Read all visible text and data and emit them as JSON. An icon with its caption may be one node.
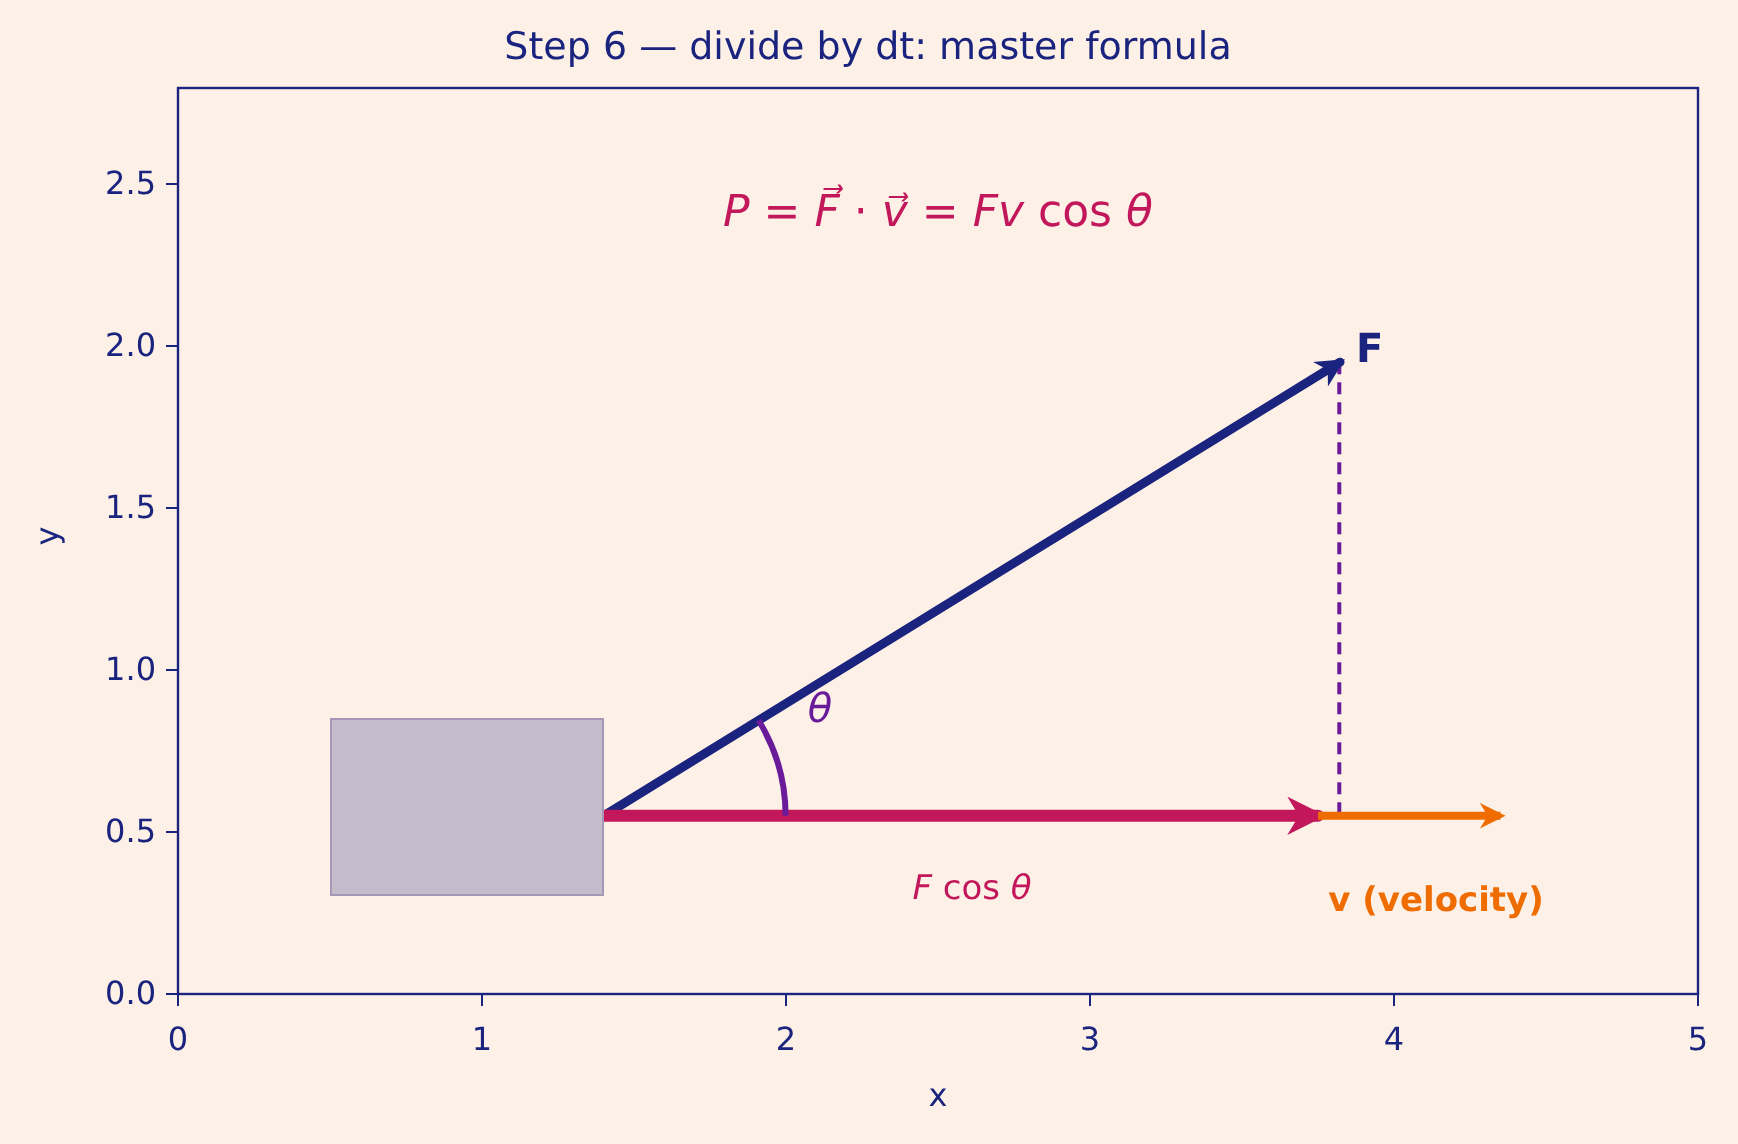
{
  "diagram": {
    "title": "Step 6 — divide by dt: master formula",
    "nodes": [
      {
        "text": [],
        "shape": "box"
      },
      {
        "text": [
          "F"
        ]
      }
    ],
    "edges": [
      {
        "from": 0,
        "to": 1,
        "arrow": "to",
        "color": "#1a237e"
      },
      {
        "from": 0,
        "to": null,
        "arrow": "to",
        "color": "#c2185b"
      }
    ],
    "labels": [
      "*P* = *F⃗* · *v⃗* = *Fv* cos *θ*",
      "θ",
      "*F* cos *θ*",
      "v (velocity)",
      "2.5",
      "2.0",
      "1.5",
      "1.0",
      "0.5",
      "0.0",
      "0",
      "1",
      "2",
      "3",
      "4",
      "5",
      "x",
      "y"
    ]
  }
}
